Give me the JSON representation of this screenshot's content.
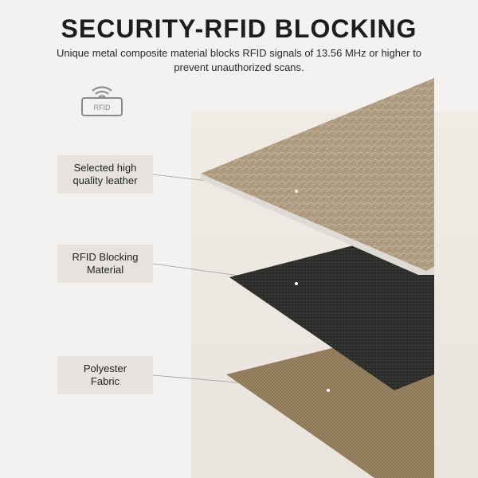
{
  "header": {
    "title": "SECURITY-RFID BLOCKING",
    "subtitle": "Unique metal composite material blocks RFID signals of 13.56 MHz or higher to prevent unauthorized scans."
  },
  "badge": {
    "icon": "rfid-card-icon",
    "label": "RFID"
  },
  "layers": [
    {
      "label_line1": "Selected high",
      "label_line2": "quality leather",
      "color": "#a8957a"
    },
    {
      "label_line1": "RFID Blocking",
      "label_line2": "Material",
      "color": "#2b2b2a"
    },
    {
      "label_line1": "Polyester",
      "label_line2": "Fabric",
      "color": "#8a7556"
    }
  ],
  "colors": {
    "background": "#f3f2f0",
    "label_bg": "#e6e3df",
    "leader_line": "#999999"
  }
}
